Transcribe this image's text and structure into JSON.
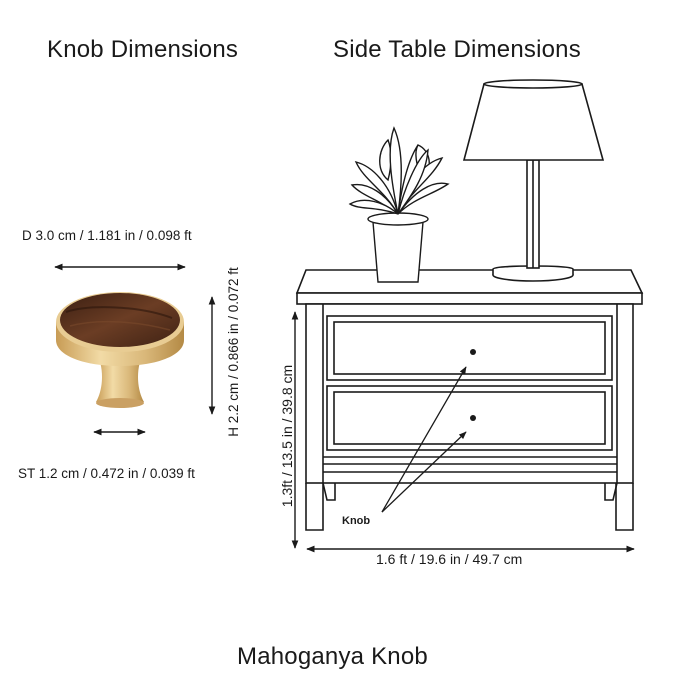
{
  "headings": {
    "knob": "Knob Dimensions",
    "table": "Side Table Dimensions",
    "caption": "Mahoganya Knob"
  },
  "knob_dims": {
    "diameter": "D 3.0 cm / 1.181 in / 0.098 ft",
    "height": "H 2.2 cm / 0.866 in / 0.072 ft",
    "stem": "ST 1.2 cm / 0.472 in / 0.039 ft"
  },
  "table_dims": {
    "height": "1.3ft / 13.5 in / 39.8 cm",
    "width": "1.6 ft / 19.6 in / 49.7 cm",
    "knob_label": "Knob"
  },
  "colors": {
    "brass": "#d9b779",
    "wood": "#5a3420",
    "line": "#1a1a1a"
  }
}
